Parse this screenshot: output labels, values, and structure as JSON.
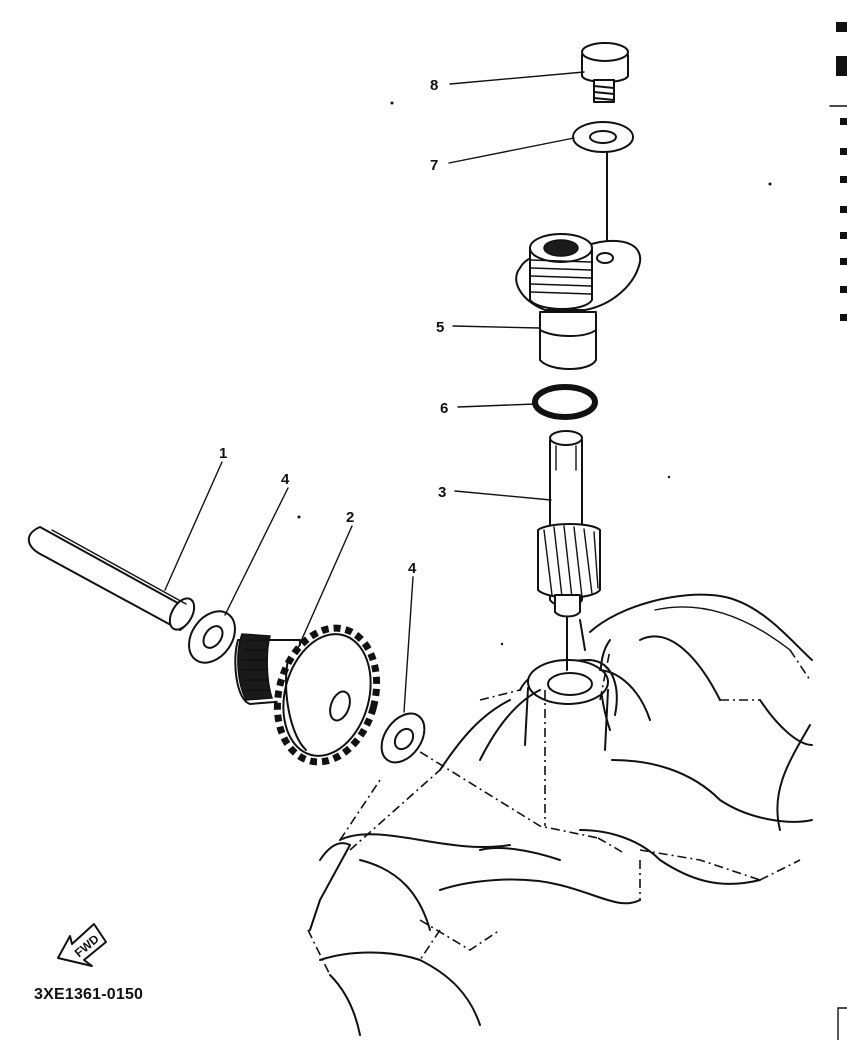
{
  "diagram": {
    "fwd_label": "FWD",
    "part_number": "3XE1361-0150",
    "callouts": [
      {
        "id": "c8",
        "label": "8"
      },
      {
        "id": "c7",
        "label": "7"
      },
      {
        "id": "c5",
        "label": "5"
      },
      {
        "id": "c6",
        "label": "6"
      },
      {
        "id": "c3",
        "label": "3"
      },
      {
        "id": "c1",
        "label": "1"
      },
      {
        "id": "c4a",
        "label": "4"
      },
      {
        "id": "c2",
        "label": "2"
      },
      {
        "id": "c4b",
        "label": "4"
      }
    ]
  }
}
